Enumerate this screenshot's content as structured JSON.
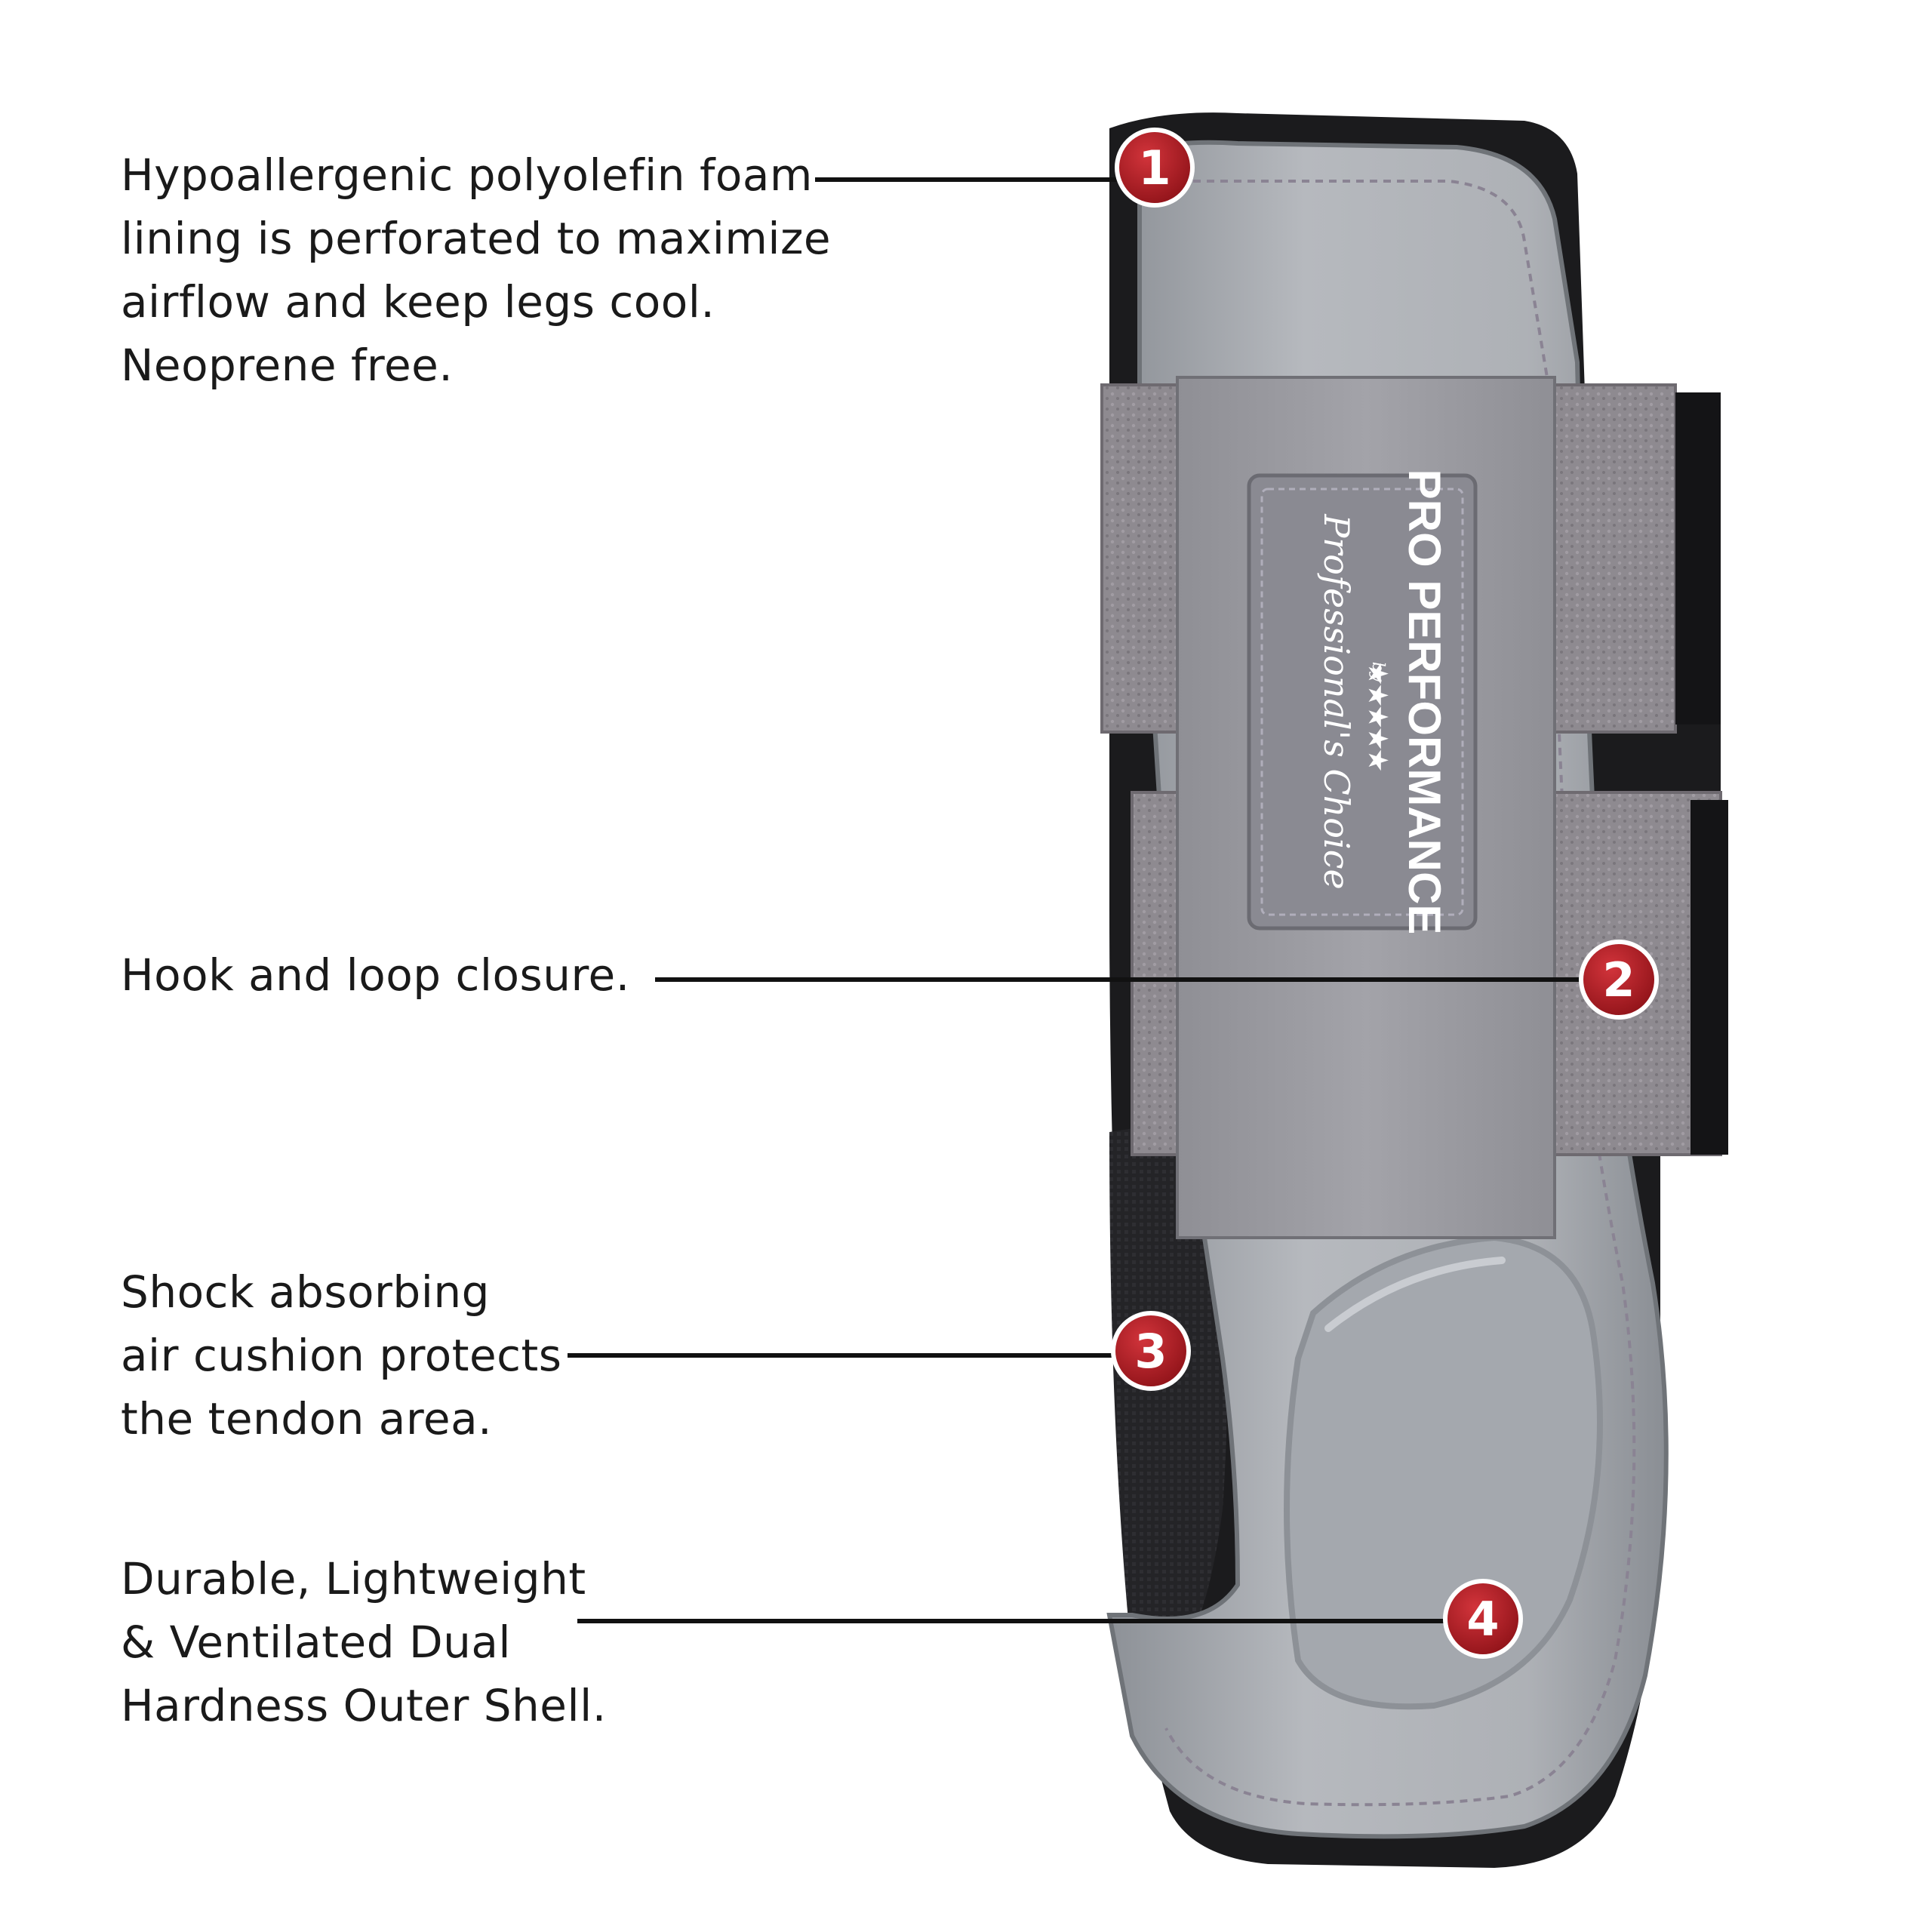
{
  "callouts": [
    {
      "number": "1",
      "lines": [
        "Hypoallergenic polyolefin foam",
        "lining is perforated to maximize",
        "airflow and keep legs cool.",
        "Neoprene free."
      ]
    },
    {
      "number": "2",
      "lines": [
        "Hook and loop closure."
      ]
    },
    {
      "number": "3",
      "lines": [
        "Shock absorbing",
        "air cushion protects",
        "the tendon area."
      ]
    },
    {
      "number": "4",
      "lines": [
        "Durable, Lightweight",
        "& Ventilated Dual",
        "Hardness Outer Shell."
      ]
    }
  ],
  "logo": {
    "line1": "PRO PERFORMANCE",
    "line2": "by",
    "line3": "Professional's Choice",
    "stars": "★★★★★"
  },
  "colors": {
    "badge": "#b0181f",
    "shell": "#a9adb3",
    "shell_dark": "#7f8389",
    "strap": "#9a9aa0",
    "velcro": "#8e8a90",
    "lining": "#1b1b1d",
    "leader": "#111111"
  }
}
